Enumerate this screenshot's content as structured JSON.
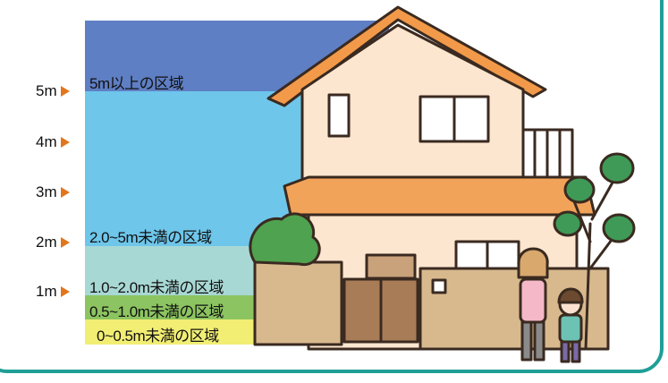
{
  "scale": {
    "ticks": [
      {
        "label": "5m"
      },
      {
        "label": "4m"
      },
      {
        "label": "3m"
      },
      {
        "label": "2m"
      },
      {
        "label": "1m"
      }
    ]
  },
  "zones": [
    {
      "label": "5m以上の区域",
      "color": "#5f7fc4"
    },
    {
      "label": "2.0~5m未満の区域",
      "color": "#6ec6ea"
    },
    {
      "label": "1.0~2.0m未満の区域",
      "color": "#a8d8d4"
    },
    {
      "label": "0.5~1.0m未満の区域",
      "color": "#8cc461"
    },
    {
      "label": "0~0.5m未満の区域",
      "color": "#f2ee74"
    }
  ],
  "colors": {
    "frame": "#1f9f96",
    "marker": "#e2761d"
  },
  "icons": [
    "house-illustration",
    "tree-icon",
    "bush-icon",
    "woman-figure",
    "child-figure"
  ]
}
